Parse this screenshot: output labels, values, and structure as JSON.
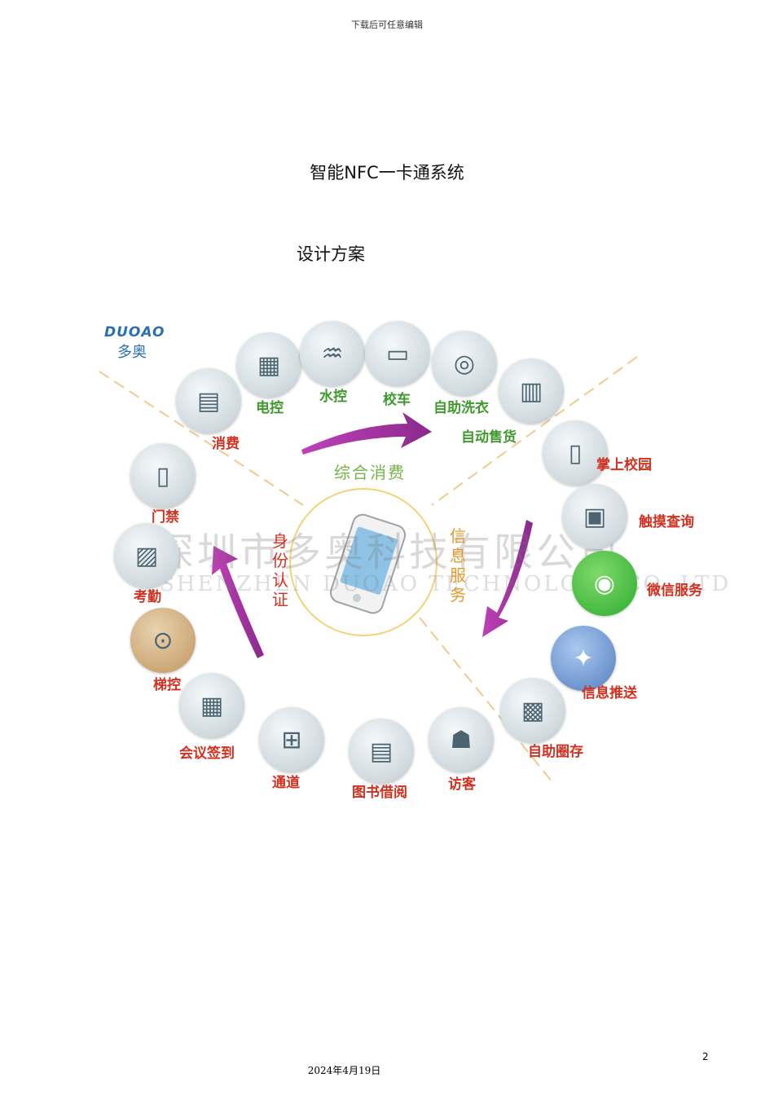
{
  "header": {
    "note": "下载后可任意编辑"
  },
  "title": "智能NFC一卡通系统",
  "subtitle": "设计方案",
  "figure": {
    "logo": {
      "en": "DUOAO",
      "cn": "多奥"
    },
    "center_label": "综合消费",
    "left_vertical": [
      "身",
      "份",
      "认",
      "证"
    ],
    "right_vertical": [
      "信",
      "息",
      "服",
      "务"
    ],
    "watermark_cn": "深圳市多奥科技有限公司",
    "watermark_en": "SHENZHEN DUOAO TECHNOLOGY CO.,LTD",
    "nodes": [
      {
        "label": "消费",
        "icon": "pos-terminal-icon"
      },
      {
        "label": "电控",
        "icon": "electric-cabinet-icon"
      },
      {
        "label": "水控",
        "icon": "water-tap-icon"
      },
      {
        "label": "校车",
        "icon": "bus-icon"
      },
      {
        "label": "自助洗衣",
        "icon": "washing-machine-icon"
      },
      {
        "label": "自动售货",
        "icon": "vending-machine-icon"
      },
      {
        "label": "掌上校园",
        "icon": "smartphone-icon"
      },
      {
        "label": "触摸查询",
        "icon": "kiosk-icon"
      },
      {
        "label": "微信服务",
        "icon": "wechat-icon"
      },
      {
        "label": "信息推送",
        "icon": "satellite-icon"
      },
      {
        "label": "自助圈存",
        "icon": "atm-icon"
      },
      {
        "label": "访客",
        "icon": "visitor-icon"
      },
      {
        "label": "图书借阅",
        "icon": "books-icon"
      },
      {
        "label": "通道",
        "icon": "turnstile-icon"
      },
      {
        "label": "会议签到",
        "icon": "card-reader-icon"
      },
      {
        "label": "梯控",
        "icon": "elevator-panel-icon"
      },
      {
        "label": "考勤",
        "icon": "attendance-icon"
      },
      {
        "label": "门禁",
        "icon": "door-access-icon"
      }
    ]
  },
  "footer": {
    "page_number": "2",
    "date": "2024年4月19日"
  }
}
